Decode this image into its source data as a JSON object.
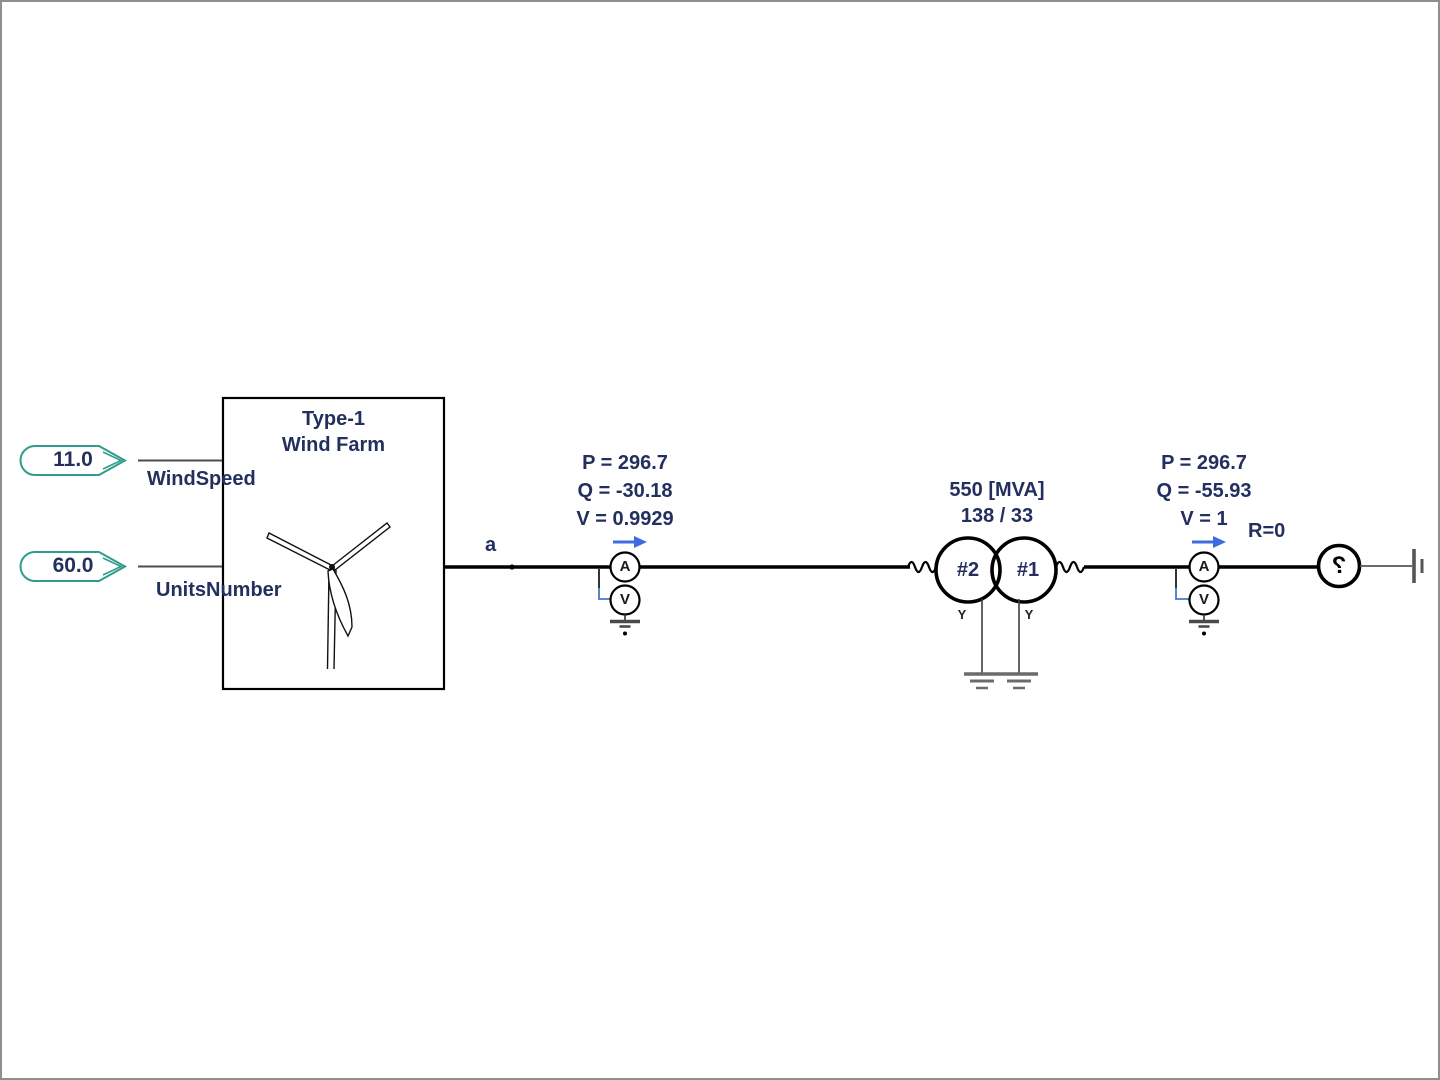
{
  "colors": {
    "navy": "#23305f",
    "teal": "#2f9c8c",
    "arrow": "#3d6be0",
    "elbow": "#4477cf",
    "gray": "#4d4d4d",
    "canvas-border": "#8f8f8f",
    "bg": "#ffffff"
  },
  "inputs": [
    {
      "value": "11.0",
      "label": "WindSpeed"
    },
    {
      "value": "60.0",
      "label": "UnitsNumber"
    }
  ],
  "wind_farm": {
    "title_line1": "Type-1",
    "title_line2": "Wind Farm"
  },
  "bus": {
    "label": "a"
  },
  "meters": [
    {
      "p": "P = 296.7",
      "q": "Q = -30.18",
      "v": "V = 0.9929",
      "ammeter_label": "A",
      "voltmeter_label": "V"
    },
    {
      "p": "P = 296.7",
      "q": "Q = -55.93",
      "v": "V = 1",
      "ammeter_label": "A",
      "voltmeter_label": "V"
    }
  ],
  "transformer": {
    "rating": "550 [MVA]",
    "ratio": "138 / 33",
    "winding_2": "#2",
    "winding_1": "#1",
    "wye_left": "Y",
    "wye_right": "Y"
  },
  "source": {
    "resistance_label": "R=0",
    "symbol": "?"
  }
}
